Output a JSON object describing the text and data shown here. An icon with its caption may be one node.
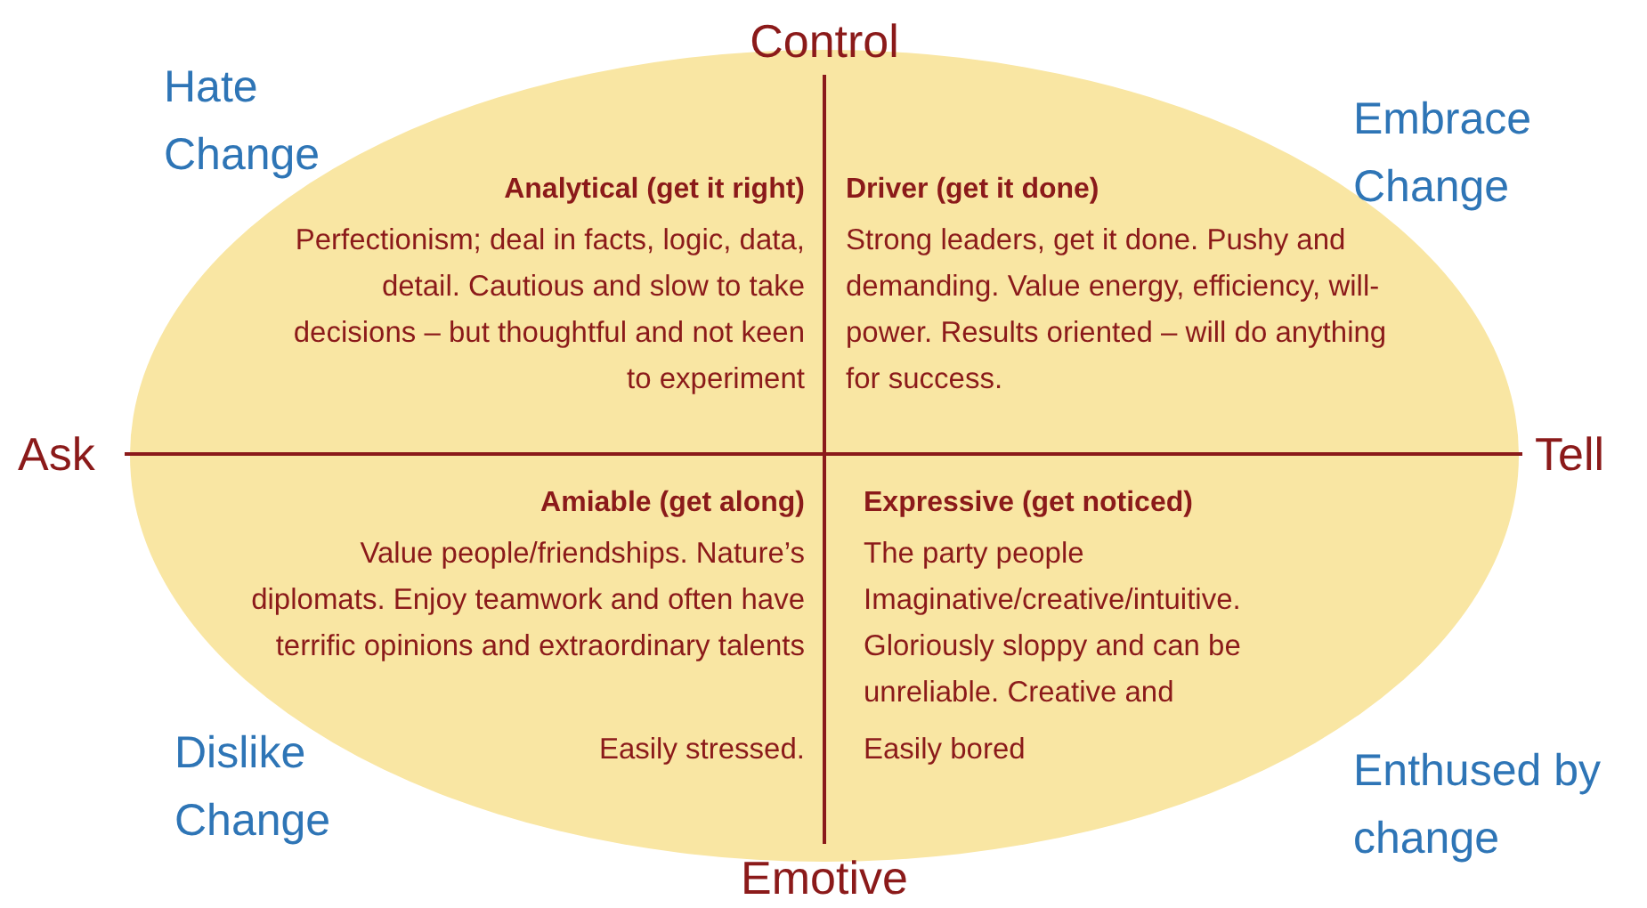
{
  "diagram": {
    "labels": [
      "Control",
      "Hate Change",
      "Embrace Change",
      "Analytical (get it right)",
      "Perfectionism; deal in facts, logic, data, detail. Cautious and slow to take decisions – but thoughtful and not keen to experiment",
      "Driver (get it done)",
      "Strong leaders, get it done. Pushy and demanding. Value energy, efficiency, will-power. Results oriented – will do anything for success.",
      "Ask",
      "Tell",
      "Amiable (get along)",
      "Value people/friendships. Nature’s diplomats. Enjoy teamwork and often have terrific opinions and extraordinary talents",
      "Easily stressed.",
      "Expressive (get noticed)",
      "The party people Imaginative/creative/intuitive. Gloriously sloppy and can be unreliable. Creative and",
      "Easily bored",
      "Dislike Change",
      "Enthused by change",
      "Emotive"
    ]
  }
}
